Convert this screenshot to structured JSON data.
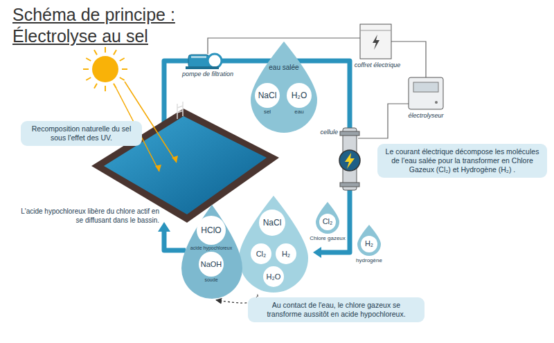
{
  "diagram": {
    "title": "Schéma de principe : Électrolyse au sel",
    "nodes": [
      {
        "text": [
          "eau salée"
        ]
      },
      {
        "text": [
          "NaCl",
          "sel"
        ],
        "in": 0
      },
      {
        "text": [
          "H₂O",
          "eau"
        ],
        "in": 0
      },
      {
        "text": [
          "Recomposition naturelle du sel sous l'effet des UV."
        ]
      },
      {
        "text": [
          "Le courant électrique décompose les molécules de l'eau salée pour la transformer en Chlore Gazeux (Cl₂) et Hydrogène (H₂) ."
        ]
      },
      {
        "text": [
          "Cl₂",
          "Chlore gazeux"
        ]
      },
      {
        "text": [
          "H₂",
          "hydrogène"
        ]
      },
      {
        "text": []
      },
      {
        "text": [
          "NaCl"
        ],
        "in": 7
      },
      {
        "text": [
          "Cl₂"
        ],
        "in": 7
      },
      {
        "text": [
          "H₂"
        ],
        "in": 7
      },
      {
        "text": [
          "H₂O"
        ],
        "in": 7
      },
      {
        "text": []
      },
      {
        "text": [
          "HClO",
          "acide hypochloreux"
        ],
        "in": 12
      },
      {
        "text": [
          "NaOH",
          "soude"
        ],
        "in": 12
      },
      {
        "text": [
          "Au contact de l'eau, le chlore gazeux se transforme aussitôt en acide hypochloreux."
        ]
      }
    ],
    "edges": [
      {
        "from": 15,
        "to": 12,
        "arrow": "to"
      }
    ],
    "labels": [
      "pompe de filtration",
      "coffret électrique",
      "électrolyseur",
      "cellule",
      "L'acide hypochloreux libère du chlore actif en se diffusant dans le bassin."
    ]
  }
}
